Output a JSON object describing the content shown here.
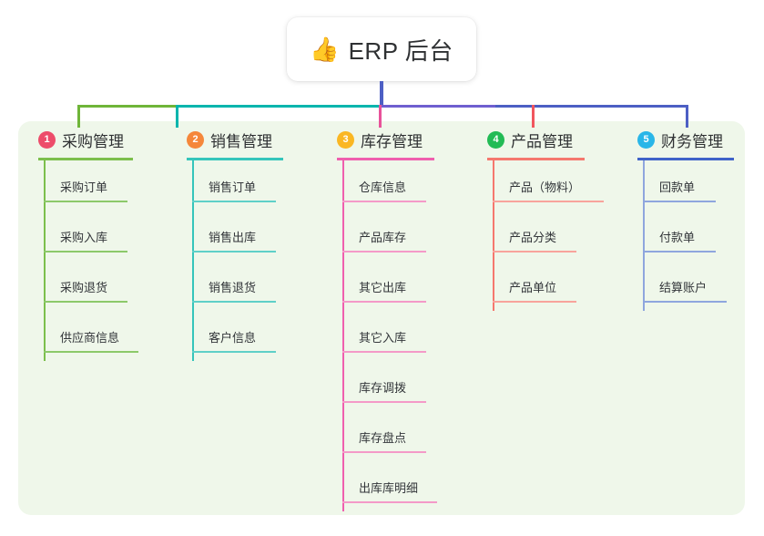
{
  "root": {
    "emoji": "👍",
    "emoji_name": "thumbs-up-icon",
    "title": "ERP 后台"
  },
  "colors": {
    "panel_bg": "#eff7ea",
    "root_stem": "#4d5fc4",
    "bus_green": "#6fb539",
    "bus_teal": "#00b5ad",
    "bus_purple": "#6f5fd0",
    "bus_blue": "#4d5fc4",
    "drop_green": "#6fb539",
    "drop_teal": "#00b5ad",
    "drop_pink": "#e8529a",
    "drop_red": "#f1565e",
    "drop_blue": "#4d5fc4",
    "text": "#2f3133"
  },
  "branches": [
    {
      "number": "1",
      "label": "采购管理",
      "badge_color": "#ed4c6a",
      "rule_color": "#7cbf4c",
      "line_color": "#7cbf4c",
      "leaves": [
        {
          "label": "采购订单"
        },
        {
          "label": "采购入库"
        },
        {
          "label": "采购退货"
        },
        {
          "label": "供应商信息"
        }
      ]
    },
    {
      "number": "2",
      "label": "销售管理",
      "badge_color": "#f5873a",
      "rule_color": "#35c5bb",
      "line_color": "#35c5bb",
      "leaves": [
        {
          "label": "销售订单"
        },
        {
          "label": "销售出库"
        },
        {
          "label": "销售退货"
        },
        {
          "label": "客户信息"
        }
      ]
    },
    {
      "number": "3",
      "label": "库存管理",
      "badge_color": "#fab723",
      "rule_color": "#ef5fae",
      "line_color": "#ef5fae",
      "leaves": [
        {
          "label": "仓库信息"
        },
        {
          "label": "产品库存"
        },
        {
          "label": "其它出库"
        },
        {
          "label": "其它入库"
        },
        {
          "label": "库存调拨"
        },
        {
          "label": "库存盘点"
        },
        {
          "label": "出库库明细"
        }
      ]
    },
    {
      "number": "4",
      "label": "产品管理",
      "badge_color": "#22bb55",
      "rule_color": "#f5786e",
      "line_color": "#f5786e",
      "leaves": [
        {
          "label": "产品（物料）"
        },
        {
          "label": "产品分类"
        },
        {
          "label": "产品单位"
        }
      ]
    },
    {
      "number": "5",
      "label": "财务管理",
      "badge_color": "#29b6e8",
      "rule_color": "#3f63c8",
      "line_color": "#8fa6de",
      "leaves": [
        {
          "label": "回款单"
        },
        {
          "label": "付款单"
        },
        {
          "label": "结算账户"
        }
      ]
    }
  ]
}
